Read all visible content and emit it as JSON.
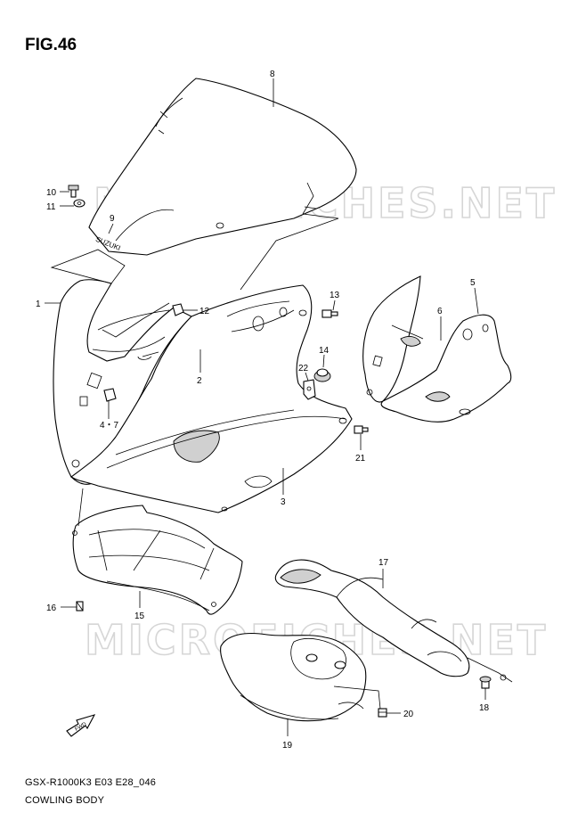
{
  "figure": {
    "title": "FIG.46",
    "model_code": "GSX-R1000K3 E03 E28_046",
    "section_name": "COWLING BODY",
    "watermark": "MICROFICHES.NET",
    "windscreen_logo": "SUZUKI",
    "fwd_label": "FWD"
  },
  "parts": [
    {
      "id": "p8",
      "label": "8"
    },
    {
      "id": "p10",
      "label": "10"
    },
    {
      "id": "p11",
      "label": "11"
    },
    {
      "id": "p9",
      "label": "9"
    },
    {
      "id": "p1",
      "label": "1"
    },
    {
      "id": "p12",
      "label": "12"
    },
    {
      "id": "p13",
      "label": "13"
    },
    {
      "id": "p5",
      "label": "5"
    },
    {
      "id": "p6",
      "label": "6"
    },
    {
      "id": "p14",
      "label": "14"
    },
    {
      "id": "p22",
      "label": "22"
    },
    {
      "id": "p2",
      "label": "2"
    },
    {
      "id": "p47",
      "label": "4・7"
    },
    {
      "id": "p21",
      "label": "21"
    },
    {
      "id": "p3",
      "label": "3"
    },
    {
      "id": "p17",
      "label": "17"
    },
    {
      "id": "p16",
      "label": "16"
    },
    {
      "id": "p15",
      "label": "15"
    },
    {
      "id": "p20",
      "label": "20"
    },
    {
      "id": "p18",
      "label": "18"
    },
    {
      "id": "p19",
      "label": "19"
    }
  ]
}
